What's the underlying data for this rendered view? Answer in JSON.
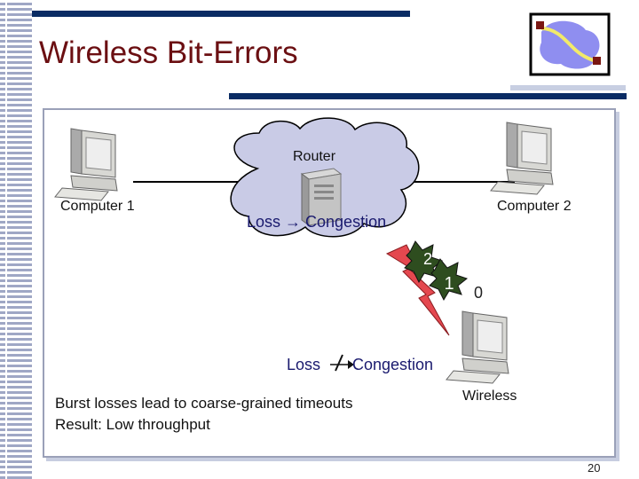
{
  "slide": {
    "title": "Wireless Bit-Errors",
    "page_number": "20"
  },
  "diagram": {
    "router_label": "Router",
    "computer1_label": "Computer 1",
    "computer2_label": "Computer 2",
    "wireless_label": "Wireless",
    "cloud_caption": "Loss → Congestion",
    "wireless_caption_left": "Loss",
    "wireless_caption_right": "Congestion",
    "packets": [
      "2",
      "1",
      "0"
    ],
    "notes": [
      "Burst losses lead to coarse-grained timeouts",
      "Result: Low throughput"
    ],
    "colors": {
      "title": "#6b0f12",
      "cloud": "#c9cbe6",
      "packet_fill": "#2e4d1f",
      "bolt": "#e4484f"
    }
  }
}
